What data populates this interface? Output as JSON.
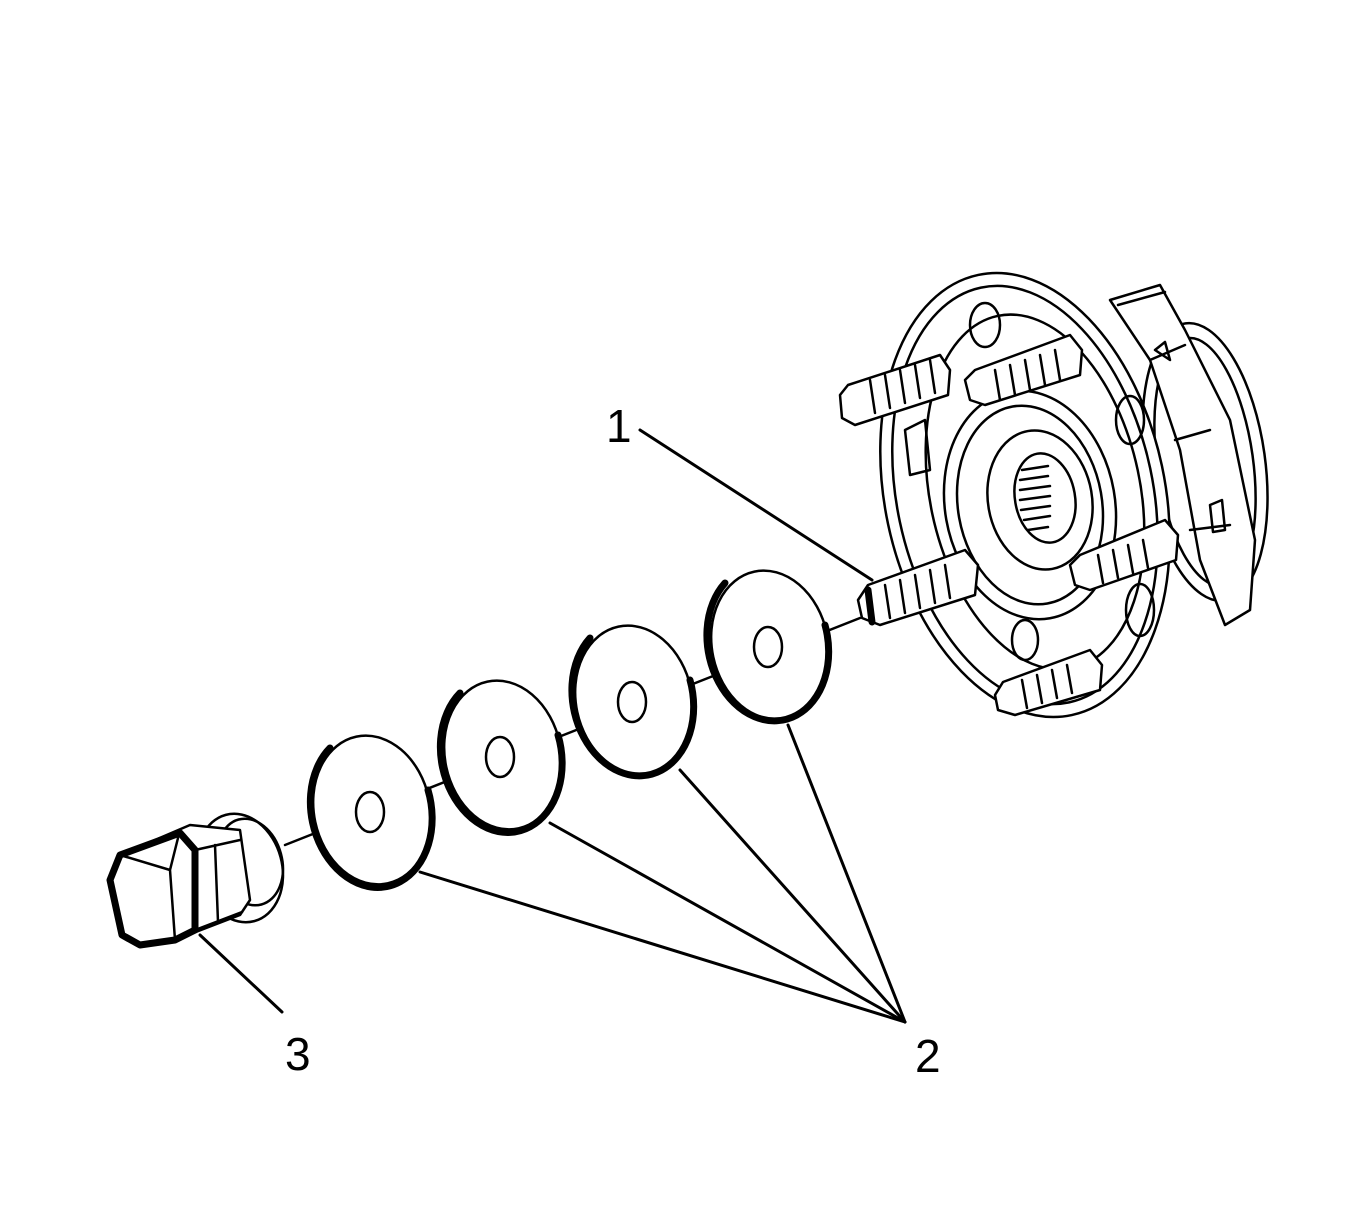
{
  "callouts": {
    "stud": "1",
    "washers": "2",
    "nut": "3"
  },
  "colors": {
    "line": "#000000",
    "background": "#ffffff"
  }
}
